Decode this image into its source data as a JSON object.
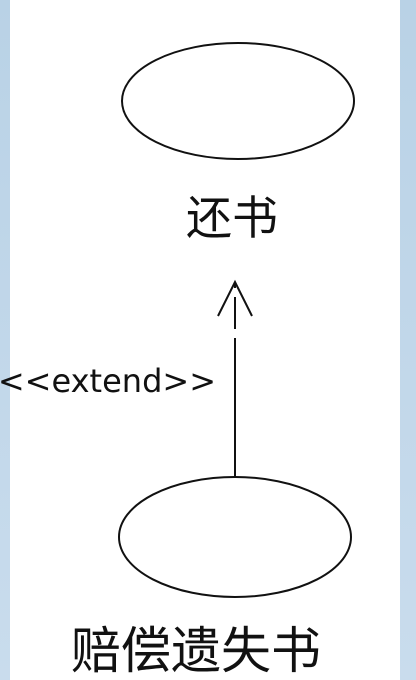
{
  "diagram": {
    "use_cases": {
      "return_book": {
        "label": "还书"
      },
      "compensate_lost_book": {
        "label": "赔偿遗失书"
      }
    },
    "relationship": {
      "type": "extend",
      "label": "<<extend>>",
      "from": "compensate_lost_book",
      "to": "return_book"
    }
  },
  "colors": {
    "background": "#ffffff",
    "frame": "#cfe0ee",
    "stroke": "#111111"
  }
}
